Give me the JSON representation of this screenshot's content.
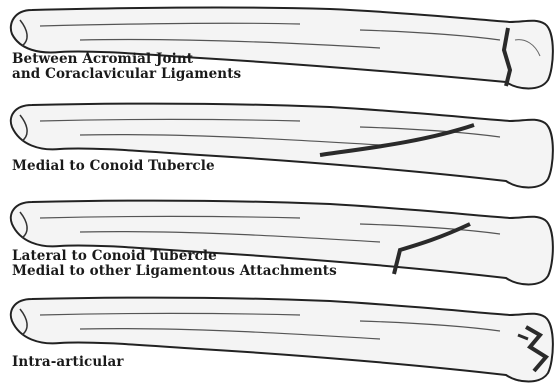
{
  "panels": [
    {
      "label_lines": [
        "Between Acromial Joint",
        "and Coraclavicular Ligaments"
      ]
    },
    {
      "label_lines": [
        "Medial to Conoid Tubercle"
      ]
    },
    {
      "label_lines": [
        "Lateral to Conoid Tubercle",
        "Medial to other Ligamentous Attachments"
      ]
    },
    {
      "label_lines": [
        "Intra-articular"
      ]
    }
  ]
}
